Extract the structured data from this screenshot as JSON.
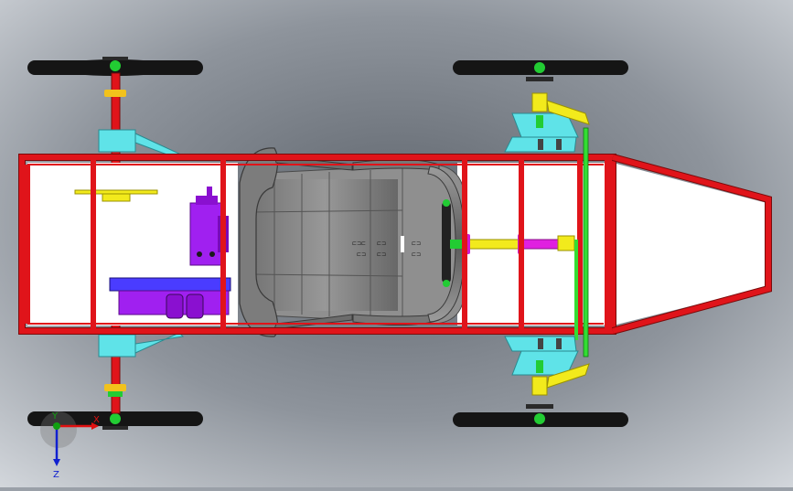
{
  "viewport": {
    "background_light": "#d9dde2",
    "background_dark": "#6f757d"
  },
  "colors": {
    "frame_red": "#e0141a",
    "frame_dark": "#7a0a0a",
    "tire_black": "#111111",
    "hub_green": "#22cc33",
    "cyan_part": "#5fe3e8",
    "yellow_part": "#f2ea1c",
    "magenta_part": "#e020e0",
    "purple_part": "#a020f0",
    "blue_part": "#4a3cff",
    "green_rod": "#33dd33",
    "seat_gray": "#8c8c8c",
    "white_panel": "#ffffff"
  },
  "triad": {
    "x_label": "X",
    "y_label": "Y",
    "z_label": "Z",
    "x_color": "#e01010",
    "y_color": "#10a010",
    "z_color": "#1020d0"
  },
  "icons": {
    "axis_triad": "axis-triad-icon"
  }
}
